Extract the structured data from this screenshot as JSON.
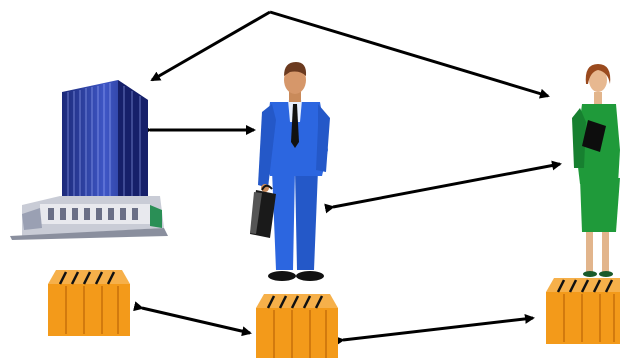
{
  "diagram": {
    "nodes": [
      {
        "id": "building",
        "label": "",
        "icon": "office-building-icon"
      },
      {
        "id": "businessman",
        "label": "",
        "icon": "businessman-with-briefcase-icon"
      },
      {
        "id": "businesswoman",
        "label": "",
        "icon": "businesswoman-with-folder-icon"
      },
      {
        "id": "files-left",
        "label": "",
        "icon": "binders-stack-icon"
      },
      {
        "id": "files-center",
        "label": "",
        "icon": "binders-stack-icon"
      },
      {
        "id": "files-right",
        "label": "",
        "icon": "binders-stack-icon"
      }
    ],
    "edges": [
      {
        "from": "top",
        "to": "building",
        "style": "bent-arrow"
      },
      {
        "from": "top",
        "to": "businesswoman",
        "style": "bent-arrow"
      },
      {
        "from": "building",
        "to": "businessman",
        "style": "double-arrow"
      },
      {
        "from": "businessman",
        "to": "businesswoman",
        "style": "double-arrow"
      },
      {
        "from": "files-left",
        "to": "files-center",
        "style": "double-arrow"
      },
      {
        "from": "files-center",
        "to": "files-right",
        "style": "double-arrow"
      }
    ],
    "colors": {
      "building_glass": "#2a3a9a",
      "suit_blue": "#2c66e0",
      "suit_green": "#1f9a3a",
      "binder_orange": "#f39a1a",
      "arrow": "#000000"
    }
  }
}
